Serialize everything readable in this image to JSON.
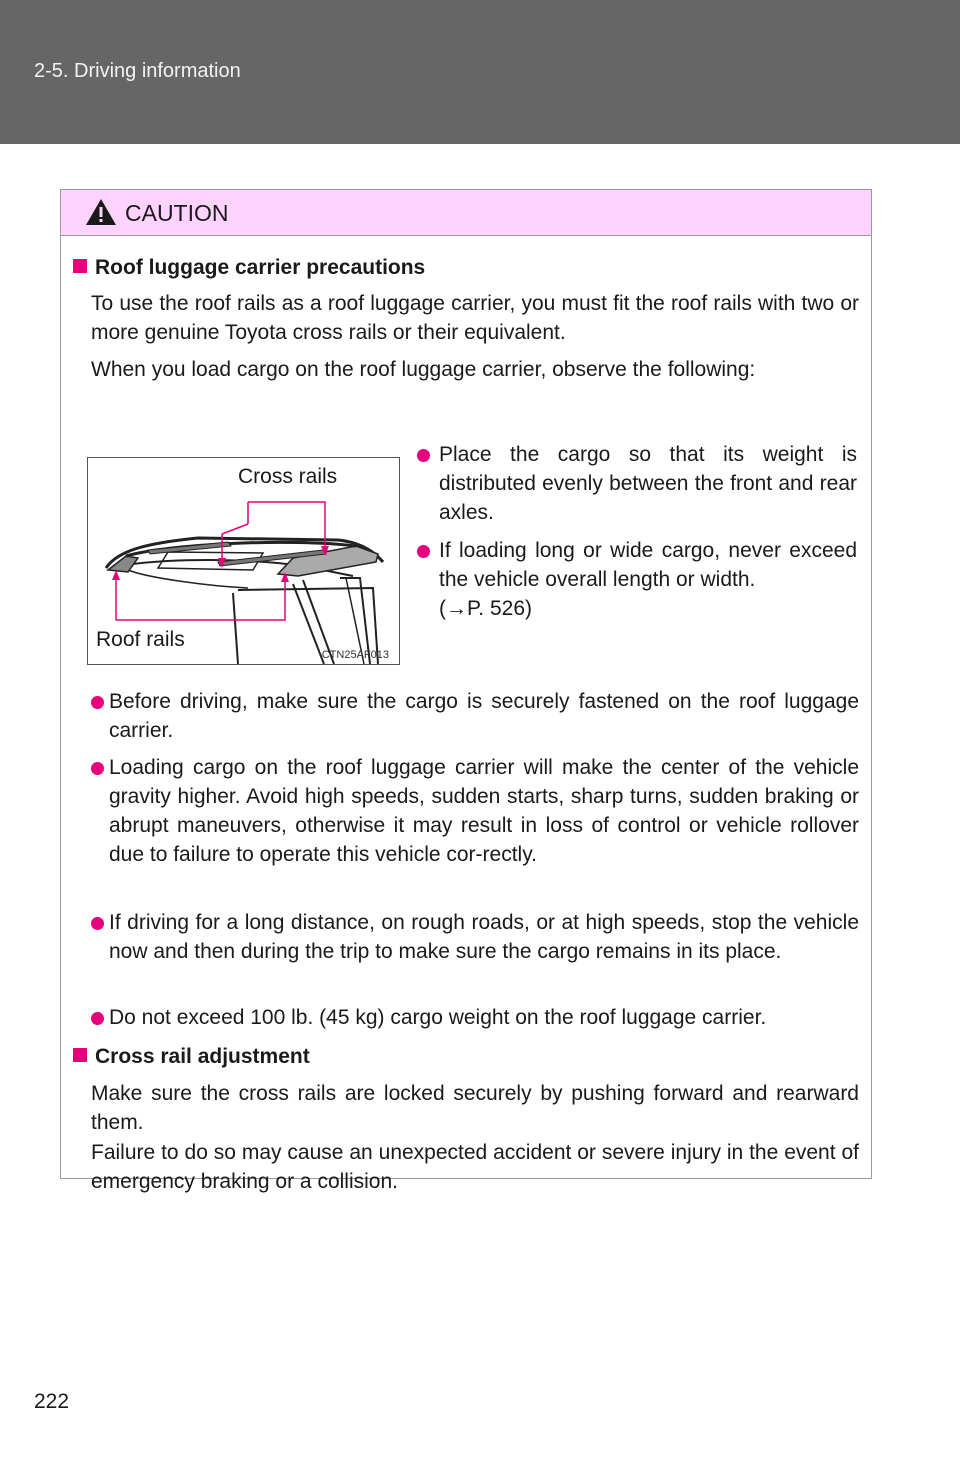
{
  "header": {
    "title": "2-5. Driving information"
  },
  "caution": {
    "title": "CAUTION",
    "sections": [
      {
        "heading": "Roof luggage carrier precautions",
        "intro": [
          "To use the roof rails as a roof luggage carrier, you must fit the roof rails with two or more genuine Toyota cross rails or their equivalent.",
          "When you load cargo on the roof luggage carrier, observe the following:"
        ],
        "figure": {
          "label_cross_rails": "Cross rails",
          "label_roof_rails": "Roof rails",
          "code": "CTN25AF013"
        },
        "side_bullets": [
          "Place the cargo so that its weight is distributed evenly between the front and rear axles.",
          "If loading long or wide cargo, never exceed the vehicle overall length or width.",
          "(→P. 526)"
        ],
        "bullets": [
          "Before driving, make sure the cargo is securely fastened on the roof luggage carrier.",
          "Loading cargo on the roof luggage carrier will make the center of the vehicle gravity higher. Avoid high speeds, sudden starts, sharp turns, sudden braking or abrupt maneuvers, otherwise it may result in loss of control or vehicle rollover due to failure to operate this vehicle cor-rectly.",
          "If driving for a long distance, on rough roads, or at high speeds, stop the vehicle now and then during the trip to make sure the cargo remains in its place.",
          "Do not exceed 100 lb. (45 kg) cargo weight on the roof luggage carrier."
        ]
      },
      {
        "heading": "Cross rail adjustment",
        "paragraphs": [
          "Make sure the cross rails are locked securely by pushing forward and rearward them.",
          "Failure to do so may cause an unexpected accident or severe injury in the event of emergency braking or a collision."
        ]
      }
    ]
  },
  "footer": {
    "page_number": "222"
  },
  "colors": {
    "accent": "#e6007e",
    "caution_bg": "#ffd3ff",
    "header_bg": "#666666"
  }
}
